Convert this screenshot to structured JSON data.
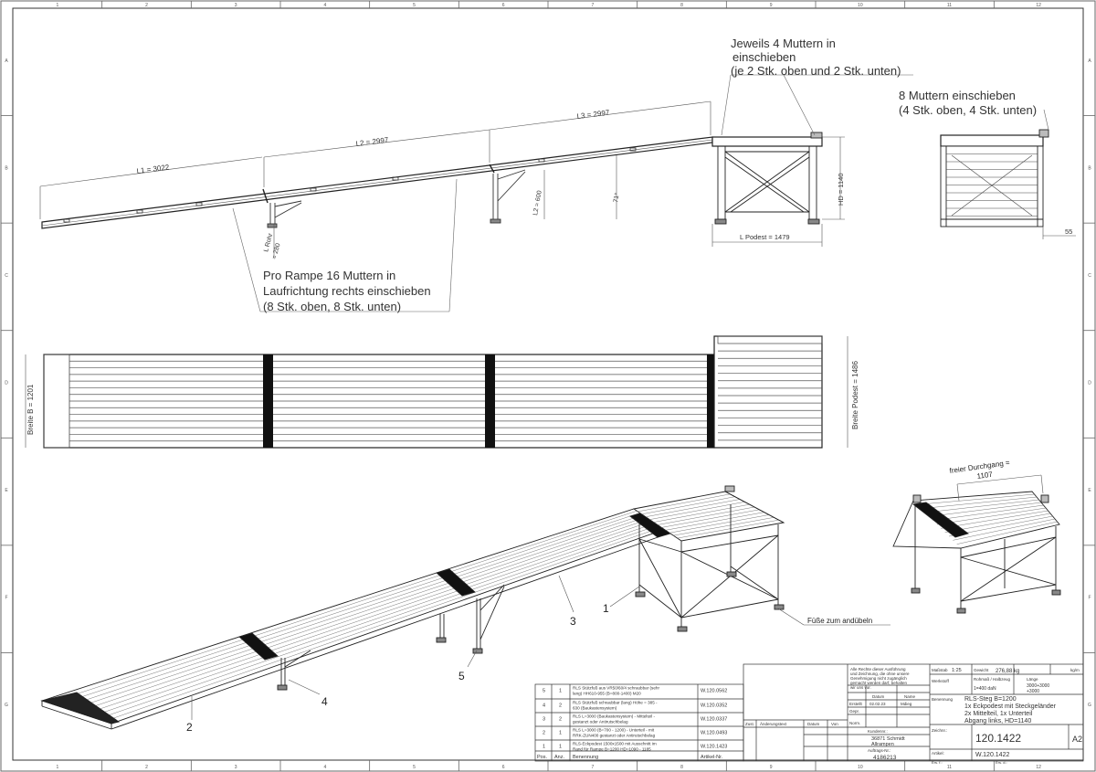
{
  "frame": {
    "columns": [
      "1",
      "2",
      "3",
      "4",
      "5",
      "6",
      "7",
      "8",
      "9",
      "10",
      "11",
      "12"
    ],
    "rows": [
      "A",
      "B",
      "C",
      "D",
      "E",
      "F",
      "G"
    ]
  },
  "side_view": {
    "dims": {
      "l1": "L1 = 3022",
      "l2": "L2 = 2997",
      "l3": "L3 = 2997",
      "l_rohr": "L Rohr",
      "l_rohr_val": "= 280",
      "l2_600": "L2 = 600",
      "angle": "71°",
      "l_podest": "L Podest = 1479",
      "hd": "HD = 1140",
      "end_55": "55"
    },
    "notes": {
      "four_nuts": [
        "Jeweils 4 Muttern in",
        "einschieben",
        "(je 2 Stk. oben und 2 Stk. unten)"
      ],
      "eight_nuts": [
        "8 Muttern  einschieben",
        "(4 Stk. oben, 4 Stk. unten)"
      ],
      "per_ramp": [
        "Pro Rampe 16 Muttern in",
        "Laufrichtung rechts einschieben",
        "(8 Stk. oben, 8 Stk. unten)"
      ]
    }
  },
  "top_view": {
    "breite_b": "Breite B = 1201",
    "breite_podest": "Breite Podest = 1486"
  },
  "iso_view": {
    "free_passage": [
      "freier Durchgang =",
      "1107"
    ],
    "feet_note": "Füße zum andübeln",
    "balloons": [
      "1",
      "2",
      "3",
      "4",
      "5"
    ]
  },
  "bom": {
    "headers": [
      "Pos.",
      "Anz.",
      "Benennung",
      "Artikel-Nr."
    ],
    "rows": [
      {
        "pos": "5",
        "qty": "1",
        "name": [
          "RLS Stützfuß aus VR50/60/4 schraubbar (sehr",
          "lang)  HH610-955  (B=800-1400) M20"
        ],
        "art": "W.120.0562"
      },
      {
        "pos": "4",
        "qty": "2",
        "name": [
          "RLS Stützfuß schraubbar (lang)  Höhe = 385 -",
          "630  (Baukastensystem)"
        ],
        "art": "W.120.0352"
      },
      {
        "pos": "3",
        "qty": "2",
        "name": [
          "RLS L=3000 (Baukastensystem) - Mittelteil -",
          "gestanzt oder Antirutschbelag"
        ],
        "art": "W.120.0337"
      },
      {
        "pos": "2",
        "qty": "1",
        "name": [
          "RLS L=3000 (B=700 - 1200) - Unterteil - mit",
          "RRK-ZUN400  gestanzt oder Antirutschbelag"
        ],
        "art": "W.120.0493"
      },
      {
        "pos": "1",
        "qty": "1",
        "name": [
          "RLS-Eckpodest 1500x1500  mit Ausschnitt im",
          "Rand  für Rampe B=1200  HD=1090 - 1185"
        ],
        "art": "W.120.1423"
      }
    ]
  },
  "title_block": {
    "rights": [
      "Alle Rechte dieser Ausführung",
      "und Zeichnung, die ohne unsere",
      "Genehmigung nicht zugänglich",
      "gemacht werden darf, behalten",
      "wir uns vor."
    ],
    "datum_label": "Datum",
    "name_label": "Name",
    "erstellt_label": "Erstellt",
    "erstellt_date": "02.02.23",
    "erstellt_name": "Mdieg",
    "gepr_label": "Gepr.",
    "norm_label": "Norm.",
    "zust_label": "Zust.",
    "aenderung_label": "Änderungstext",
    "datum2_label": "Datum",
    "von_label": "Von",
    "kunde_label": "Kundennr.:",
    "kunde": [
      "36871 Schmidt",
      "Allrampen"
    ],
    "auftrag_label": "Auftrags-Nr.:",
    "auftrag": "4186213",
    "massstab_label": "Maßstab",
    "massstab": "1:25",
    "gewicht_label": "Gewicht",
    "gewicht": "276,88 kg",
    "kgm": "kg/m",
    "werkstoff_label": "Werkstoff",
    "rohmass_label": "Rohmaß / Halbzeug",
    "rohmass": "1=400 daN",
    "laenge_label": "Länge",
    "laenge": [
      "3000+3000",
      "+3000"
    ],
    "benennung_label": "Benennung",
    "benennung": [
      "RLS-Steg B=1200",
      "1x Eckpodest mit Steckgeländer",
      "2x Mittelteil, 1x Unterteil",
      "Abgang links, HD=1140"
    ],
    "zeichnr_label": "Zeichnr.:",
    "zeichnr": "120.1422",
    "format": "A2",
    "artikel_label": "Artikel:",
    "artikel": "W.120.1422",
    "ers_label": "Ers. f.:",
    "ers2_label": "Ers. d.:"
  }
}
